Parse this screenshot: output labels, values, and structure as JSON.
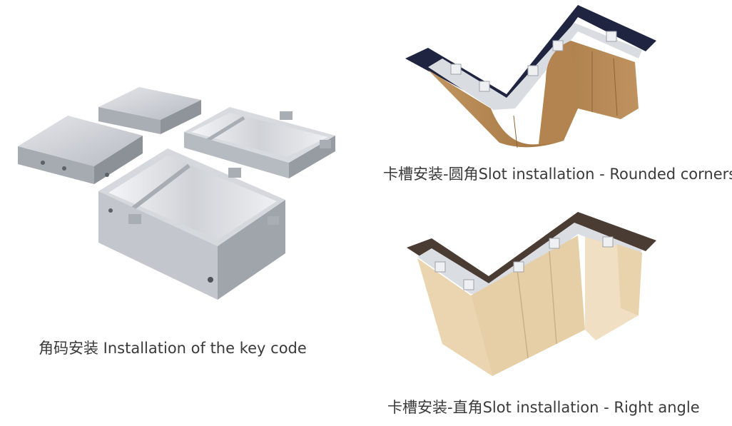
{
  "panels": {
    "key_code": {
      "caption": "角码安装 Installation of the key code"
    },
    "rounded": {
      "caption": "卡槽安装-圆角Slot installation - Rounded corners"
    },
    "right": {
      "caption": "卡槽安装-直角Slot installation - Right angle"
    }
  },
  "colors": {
    "aluminum": "#c9ccd1",
    "aluminum_dark": "#9ea3aa",
    "wood": "#b98a55",
    "wood_dark": "#8d6234",
    "navy": "#1f2440",
    "cream": "#ecd8b4",
    "cream_dark": "#d4bd95",
    "brown_edge": "#4a3b33"
  }
}
